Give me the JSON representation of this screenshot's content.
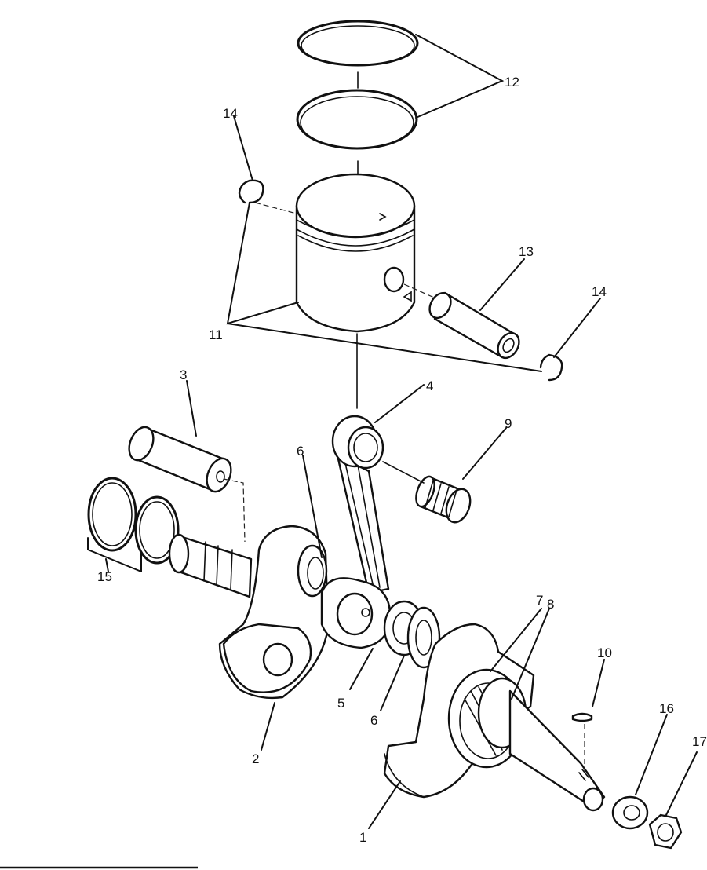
{
  "callouts": [
    {
      "id": "1",
      "label": "1"
    },
    {
      "id": "2",
      "label": "2"
    },
    {
      "id": "3",
      "label": "3"
    },
    {
      "id": "4",
      "label": "4"
    },
    {
      "id": "5",
      "label": "5"
    },
    {
      "id": "6a",
      "label": "6"
    },
    {
      "id": "6b",
      "label": "6"
    },
    {
      "id": "7",
      "label": "7"
    },
    {
      "id": "8",
      "label": "8"
    },
    {
      "id": "9",
      "label": "9"
    },
    {
      "id": "10",
      "label": "10"
    },
    {
      "id": "11",
      "label": "11"
    },
    {
      "id": "12",
      "label": "12"
    },
    {
      "id": "13",
      "label": "13"
    },
    {
      "id": "14a",
      "label": "14"
    },
    {
      "id": "14b",
      "label": "14"
    },
    {
      "id": "15",
      "label": "15"
    },
    {
      "id": "16",
      "label": "16"
    },
    {
      "id": "17",
      "label": "17"
    }
  ],
  "colors": {
    "ink": "#111111",
    "paper": "#ffffff"
  }
}
